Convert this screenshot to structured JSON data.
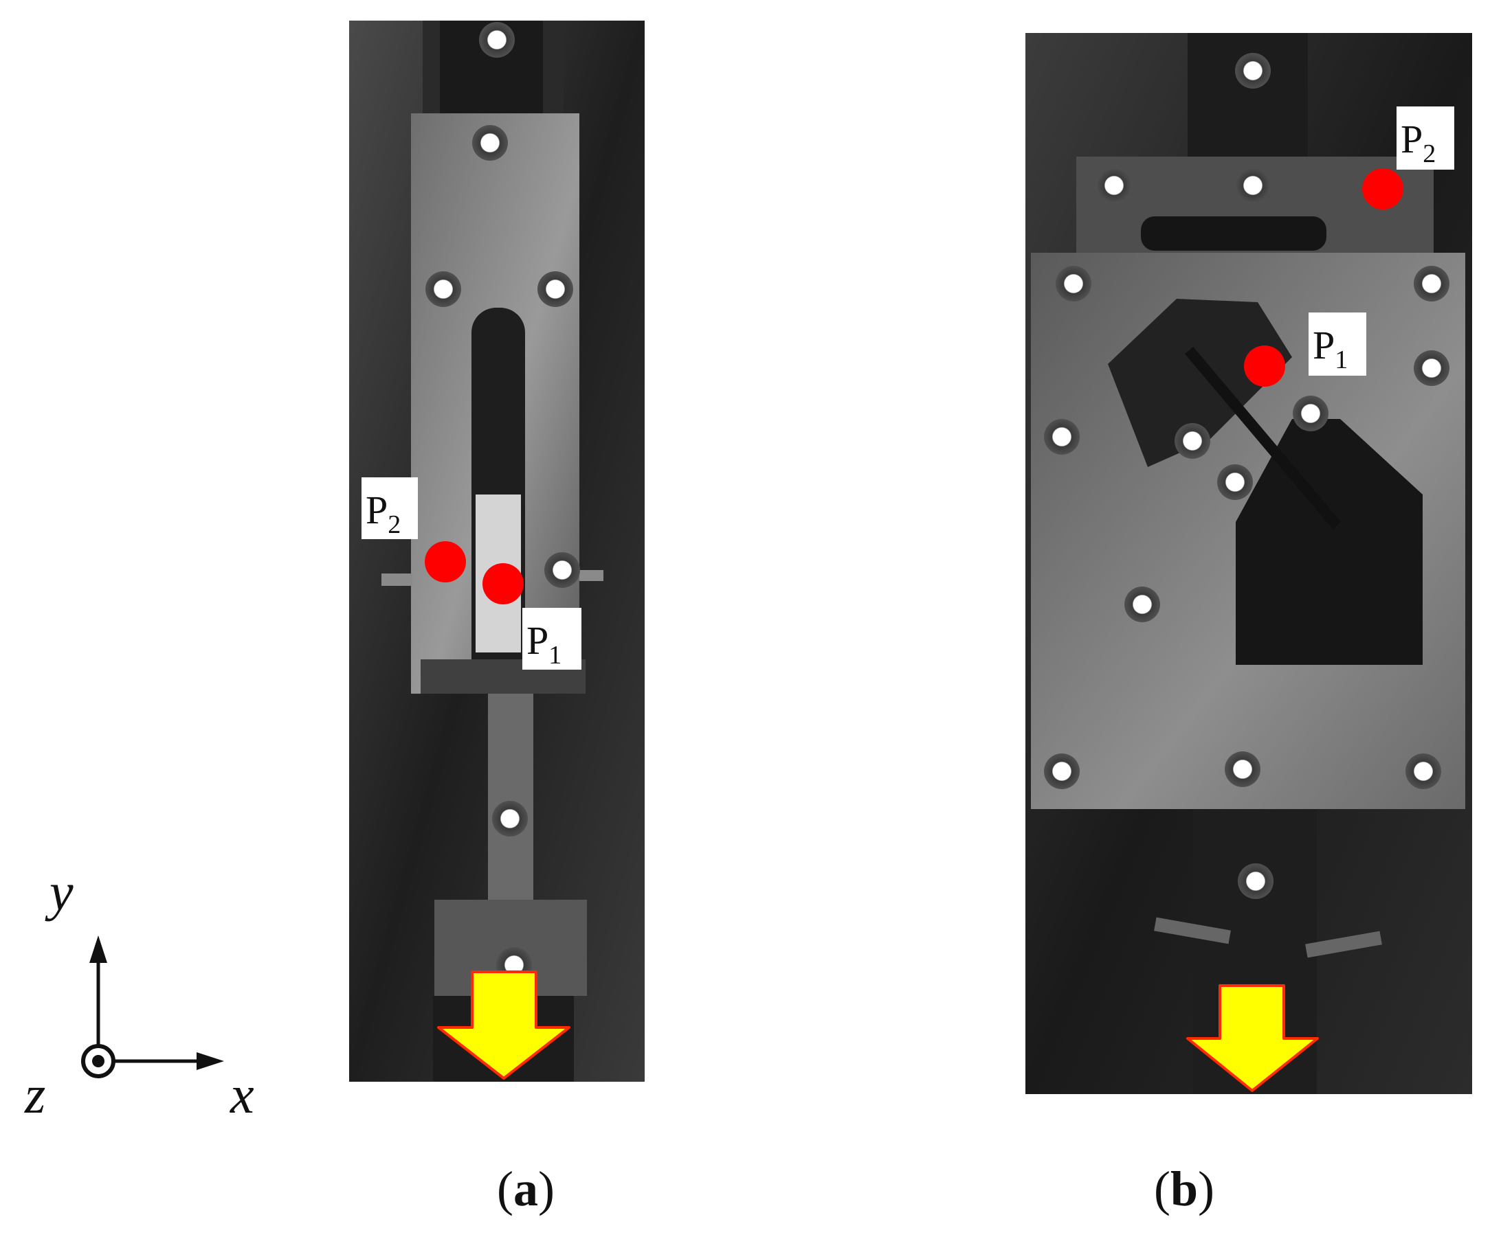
{
  "panels": {
    "a": {
      "caption_letter": "a",
      "points": [
        {
          "main": "P",
          "sub": "2"
        },
        {
          "main": "P",
          "sub": "1"
        }
      ]
    },
    "b": {
      "caption_letter": "b",
      "points": [
        {
          "main": "P",
          "sub": "2"
        },
        {
          "main": "P",
          "sub": "1"
        }
      ]
    }
  },
  "axes": {
    "x": "x",
    "y": "y",
    "z": "z"
  },
  "colors": {
    "marker": "#ff0000",
    "arrow_fill": "#ffff00",
    "arrow_stroke": "#ff2a00"
  }
}
